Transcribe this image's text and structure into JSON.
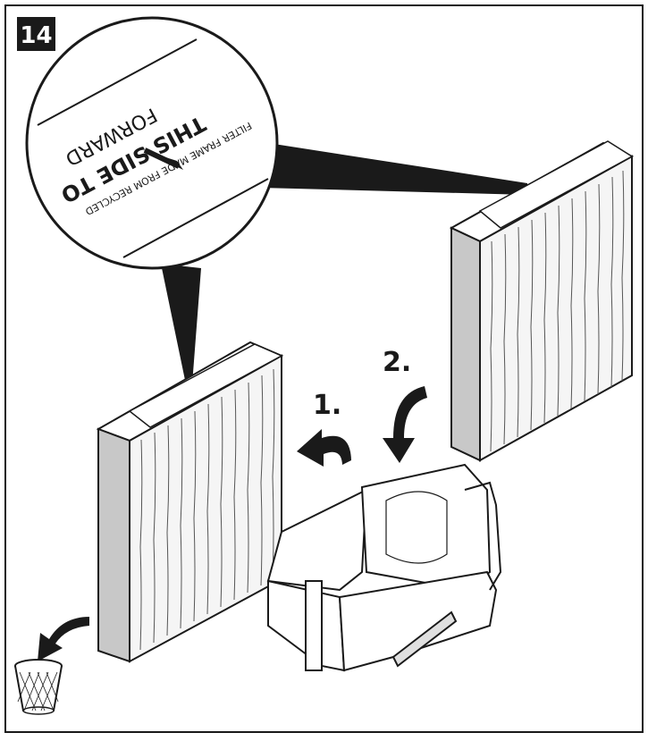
{
  "figure": {
    "step_badge": "14",
    "magnifier": {
      "line1": "FILTER FRAME MADE FROM RECYCLED",
      "line2": "THIS SIDE TO",
      "line3": "FORWARD"
    },
    "steps": [
      {
        "label": "1."
      },
      {
        "label": "2."
      }
    ]
  },
  "colors": {
    "ink": "#1a1a1a",
    "filter_side": "#c8c8c8",
    "filter_face": "#f5f5f5",
    "background": "#ffffff"
  }
}
